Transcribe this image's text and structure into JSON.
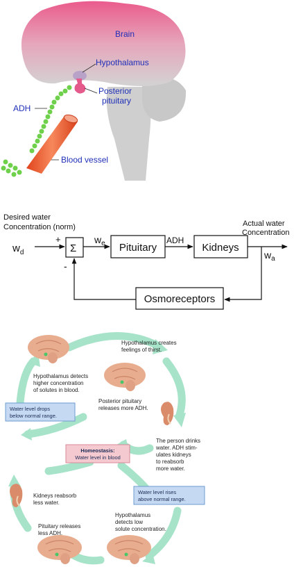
{
  "anatomy": {
    "brain": "Brain",
    "hypothalamus": "Hypothalamus",
    "posterior_1": "Posterior",
    "posterior_2": "pituitary",
    "adh": "ADH",
    "blood_vessel": "Blood vessel"
  },
  "block_diagram": {
    "desired_1": "Desired water",
    "desired_2": "Concentration (norm)",
    "actual_1": "Actual water",
    "actual_2": "Concentration",
    "wd_main": "w",
    "wd_sub": "d",
    "we_main": "w",
    "we_sub": "e",
    "wa_main": "w",
    "wa_sub": "a",
    "plus": "+",
    "minus": "-",
    "sum": "Σ",
    "pituitary": "Pituitary",
    "adh": "ADH",
    "kidneys": "Kidneys",
    "osmoreceptors": "Osmoreceptors"
  },
  "cycle": {
    "creates_1": "Hypothalamus creates",
    "creates_2": "feelings of thirst.",
    "detects_high_1": "Hypothalamus detects",
    "detects_high_2": "higher concentration",
    "detects_high_3": "of solutes in blood.",
    "post_pit_1": "Posterior pituitary",
    "post_pit_2": "releases more ADH.",
    "drops_1": "Water level drops",
    "drops_2": "below normal range.",
    "drinks_1": "The person drinks",
    "drinks_2": "water. ADH stim-",
    "drinks_3": "ulates kidneys",
    "drinks_4": "to reabsorb",
    "drinks_5": "more water.",
    "homeo_1": "Homeostasis:",
    "homeo_2": "Water level in blood",
    "kidneys_1": "Kidneys reabsorb",
    "kidneys_2": "less water.",
    "rises_1": "Water level rises",
    "rises_2": "above normal range.",
    "low_1": "Hypothalamus",
    "low_2": "detects low",
    "low_3": "solute concentration.",
    "pit_less_1": "Pituitary releases",
    "pit_less_2": "less ADH."
  }
}
